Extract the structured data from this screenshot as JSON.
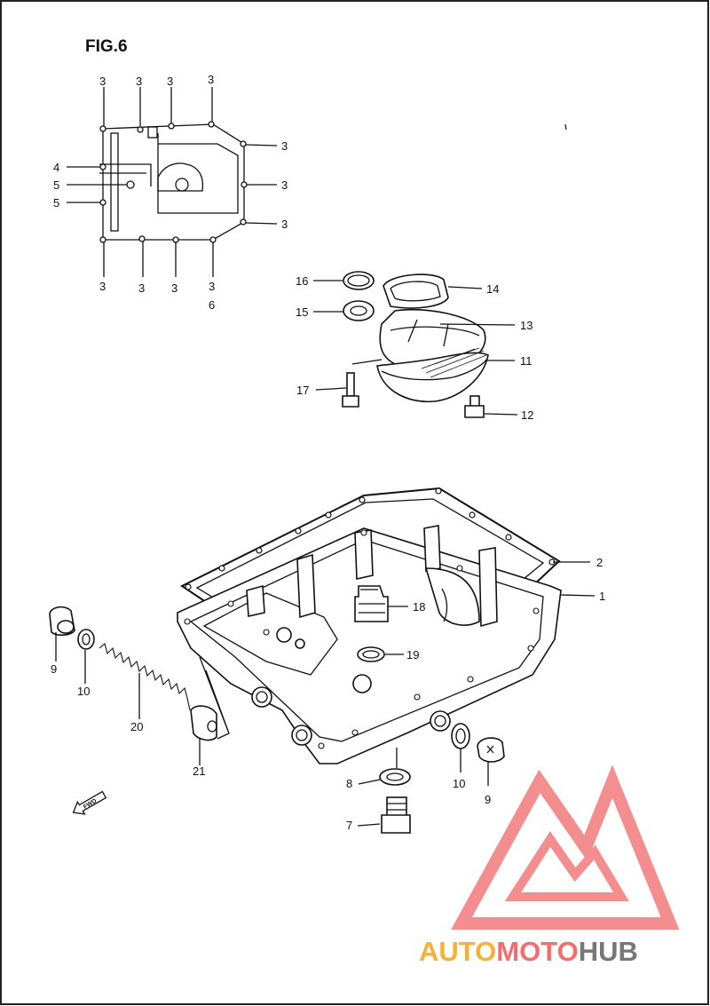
{
  "figure_title": "FIG.6",
  "callouts": {
    "c3a": "3",
    "c3b": "3",
    "c3c": "3",
    "c3d": "3",
    "c3e": "3",
    "c3f": "3",
    "c3g": "3",
    "c3h": "3",
    "c3i": "3",
    "c3j": "3",
    "c3k": "3",
    "c6": "6",
    "c4": "4",
    "c5a": "5",
    "c5b": "5",
    "c16": "16",
    "c14": "14",
    "c15": "15",
    "c13": "13",
    "c11": "11",
    "c17": "17",
    "c12": "12",
    "c2": "2",
    "c1": "1",
    "c18": "18",
    "c19": "19",
    "c9a": "9",
    "c10a": "10",
    "c20": "20",
    "c21": "21",
    "c8": "8",
    "c10b": "10",
    "c9b": "9",
    "c7": "7"
  },
  "fwd_label": "FWD",
  "watermark": {
    "part1": "AUTO",
    "part2": "MOTO",
    "part3": "HUB",
    "colors": {
      "auto": "#f6b13a",
      "moto": "#f26d6d",
      "hub": "#777777",
      "logo": "#f37b7b"
    }
  }
}
